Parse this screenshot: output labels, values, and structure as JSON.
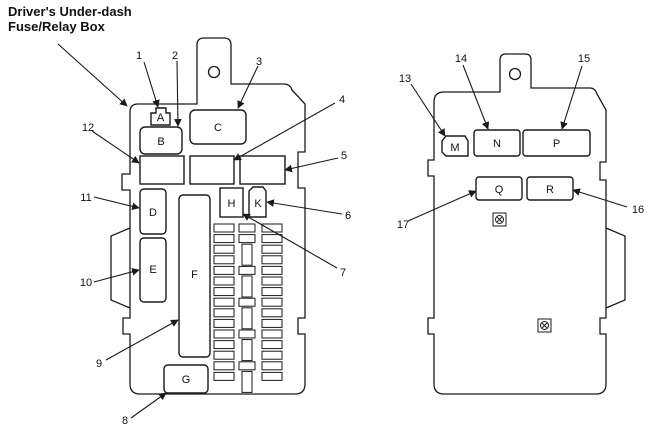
{
  "title": {
    "line1": "Driver's Under-dash",
    "line2": "Fuse/Relay Box"
  },
  "callouts": [
    "1",
    "2",
    "3",
    "4",
    "5",
    "6",
    "7",
    "8",
    "9",
    "10",
    "11",
    "12",
    "13",
    "14",
    "15",
    "16",
    "17"
  ],
  "components": {
    "A": "A",
    "B": "B",
    "C": "C",
    "D": "D",
    "E": "E",
    "F": "F",
    "G": "G",
    "H": "H",
    "K": "K",
    "M": "M",
    "N": "N",
    "P": "P",
    "Q": "Q",
    "R": "R"
  },
  "colors": {
    "line": "#1a1a1a",
    "background": "#ffffff"
  }
}
